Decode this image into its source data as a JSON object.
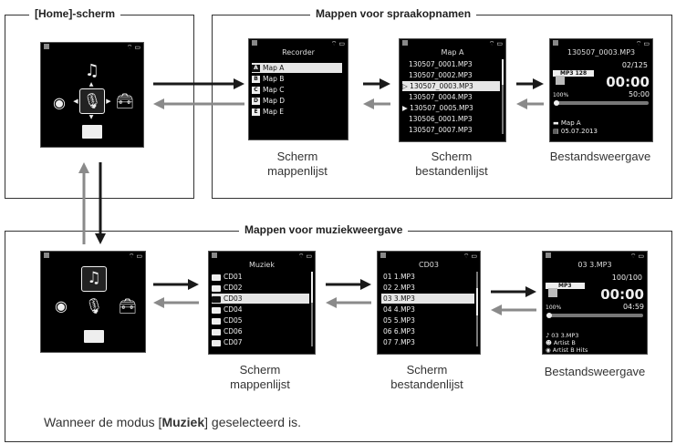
{
  "frames": {
    "home_title": "[Home]-scherm",
    "voice_title": "Mappen voor spraakopnamen",
    "music_title": "Mappen voor muziekweergave"
  },
  "voice": {
    "folder_screen": {
      "title": "Recorder",
      "items": [
        {
          "tag": "A",
          "label": "Map A"
        },
        {
          "tag": "B",
          "label": "Map B"
        },
        {
          "tag": "C",
          "label": "Map C"
        },
        {
          "tag": "D",
          "label": "Map D"
        },
        {
          "tag": "E",
          "label": "Map E"
        }
      ],
      "caption_line1": "Scherm",
      "caption_line2": "mappenlijst"
    },
    "file_screen": {
      "title": "Map A",
      "items": [
        "130507_0001.MP3",
        "130507_0002.MP3",
        "130507_0003.MP3",
        "130507_0004.MP3",
        "130507_0005.MP3",
        "130506_0001.MP3",
        "130507_0007.MP3"
      ],
      "selected_marker": "▷",
      "play_marker": "▶",
      "caption_line1": "Scherm",
      "caption_line2": "bestandenlijst"
    },
    "playback_screen": {
      "title": "130507_0003.MP3",
      "format": "MP3 128",
      "count": "02/125",
      "time": "00:00",
      "total": "50:00",
      "volume": "100%",
      "folder": "Map A",
      "date": "05.07.2013",
      "caption": "Bestandsweergave"
    }
  },
  "music": {
    "folder_screen": {
      "title": "Muziek",
      "items": [
        "CD01",
        "CD02",
        "CD03",
        "CD04",
        "CD05",
        "CD06",
        "CD07"
      ],
      "caption_line1": "Scherm",
      "caption_line2": "mappenlijst"
    },
    "file_screen": {
      "title": "CD03",
      "items": [
        "01 1.MP3",
        "02 2.MP3",
        "03 3.MP3",
        "04 4.MP3",
        "05 5.MP3",
        "06 6.MP3",
        "07 7.MP3"
      ],
      "caption_line1": "Scherm",
      "caption_line2": "bestandenlijst"
    },
    "playback_screen": {
      "title": "03 3.MP3",
      "format": "MP3",
      "count": "100/100",
      "time": "00:00",
      "total": "04:59",
      "volume": "100%",
      "track": "03 3.MP3",
      "artist": "Artist B",
      "album": "Artist B Hits",
      "caption": "Bestandsweergave"
    }
  },
  "note": {
    "prefix": "Wanneer de modus [",
    "mode": "Muziek",
    "suffix": "] geselecteerd is."
  },
  "colors": {
    "arrow_dark": "#1a1a1a",
    "arrow_light": "#8a8a8a",
    "screen_bg": "#000000",
    "selection": "#e6e6e6"
  }
}
